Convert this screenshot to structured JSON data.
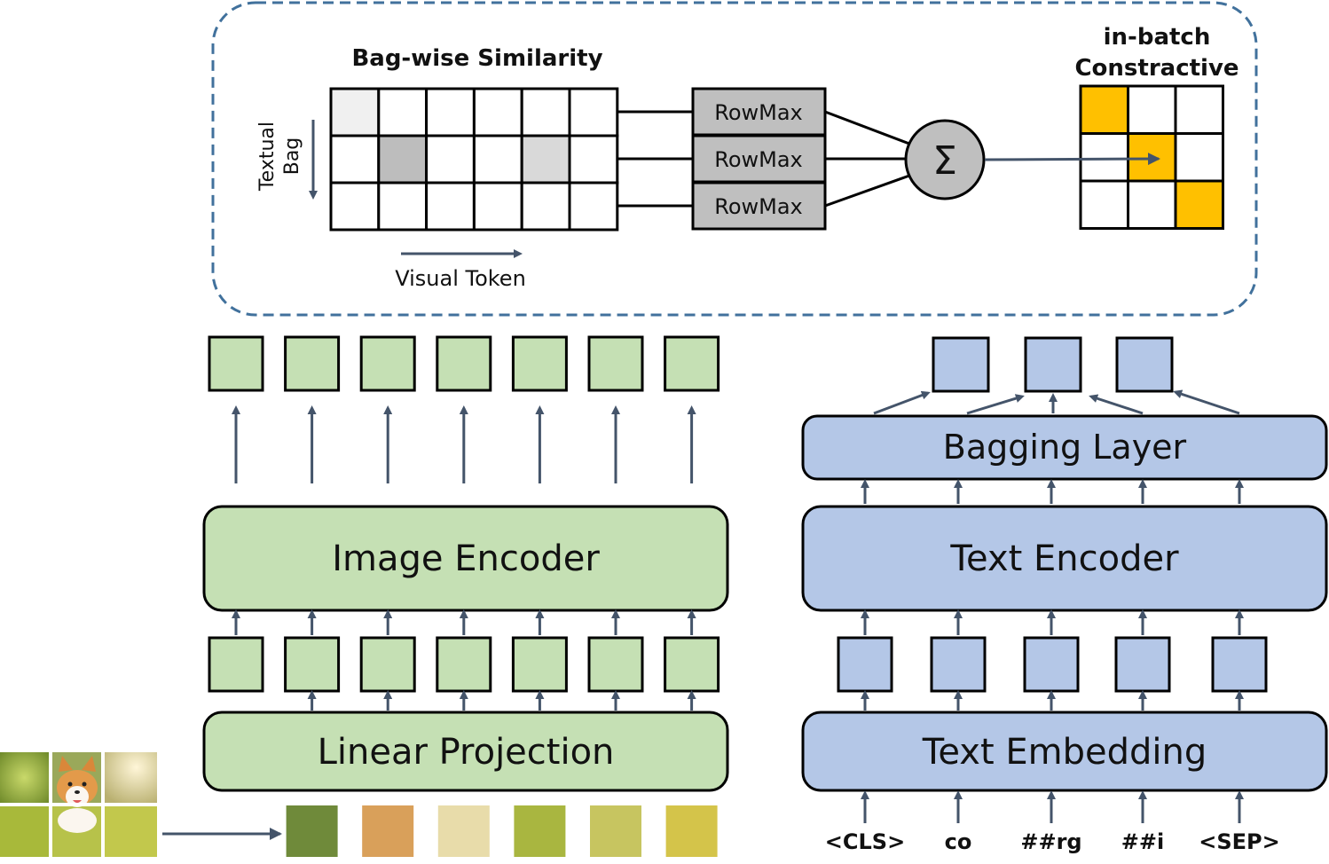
{
  "similarity_panel": {
    "title": "Bag-wise Similarity",
    "y_axis_label_line1": "Textual",
    "y_axis_label_line2": "Bag",
    "x_axis_label": "Visual Token",
    "rowmax_labels": [
      "RowMax",
      "RowMax",
      "RowMax"
    ],
    "sum_symbol": "Σ",
    "contrastive_title_line1": "in-batch",
    "contrastive_title_line2": "Constractive",
    "grid_rows": 3,
    "grid_cols": 6,
    "shaded_cells": [
      {
        "row": 0,
        "col": 0,
        "color": "#f0f0f0"
      },
      {
        "row": 1,
        "col": 1,
        "color": "#bdbdbd"
      },
      {
        "row": 1,
        "col": 4,
        "color": "#d9d9d9"
      }
    ],
    "contrastive_highlight_color": "#ffc000"
  },
  "image_branch": {
    "encoder_label": "Image Encoder",
    "projection_label": "Linear Projection",
    "token_count": 7,
    "color_fill": "#c5e0b4"
  },
  "text_branch": {
    "bagging_label": "Bagging Layer",
    "encoder_label": "Text Encoder",
    "embedding_label": "Text Embedding",
    "input_tokens": [
      "<CLS>",
      "co",
      "##rg",
      "##i",
      "<SEP>"
    ],
    "output_bag_count": 3,
    "color_fill": "#b4c7e7"
  },
  "colors": {
    "arrow": "#44546a",
    "dashed_border": "#41719c",
    "rowmax_fill": "#bfbfbf"
  }
}
